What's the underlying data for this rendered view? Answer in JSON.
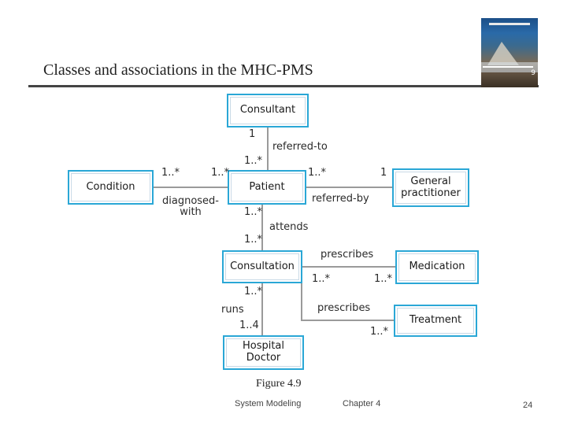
{
  "slide": {
    "title": "Classes and associations in the MHC-PMS",
    "caption": "Figure 4.9",
    "footer_left": "System Modeling",
    "footer_center": "Chapter 4",
    "page_number": "24",
    "cover_number": "9"
  },
  "diagram": {
    "classes": {
      "consultant": "Consultant",
      "condition": "Condition",
      "patient": "Patient",
      "general_practitioner": "General\npractitioner",
      "consultation": "Consultation",
      "medication": "Medication",
      "treatment": "Treatment",
      "hospital_doctor": "Hospital\nDoctor"
    },
    "associations": {
      "referred_to": "referred-to",
      "diagnosed_with": "diagnosed-\nwith",
      "referred_by": "referred-by",
      "attends": "attends",
      "prescribes_medication": "prescribes",
      "prescribes_treatment": "prescribes",
      "runs": "runs"
    },
    "multiplicities": {
      "consultant_end": "1",
      "patient_referred_to": "1..*",
      "condition_end": "1..*",
      "patient_condition_end": "1..*",
      "patient_gp_end": "1..*",
      "gp_end": "1",
      "patient_attends_end": "1..*",
      "consultation_attends_end": "1..*",
      "consultation_medication_end": "1..*",
      "medication_end": "1..*",
      "consultation_runs_end": "1..*",
      "doctor_runs_end": "1..4",
      "treatment_end": "1..*"
    }
  }
}
